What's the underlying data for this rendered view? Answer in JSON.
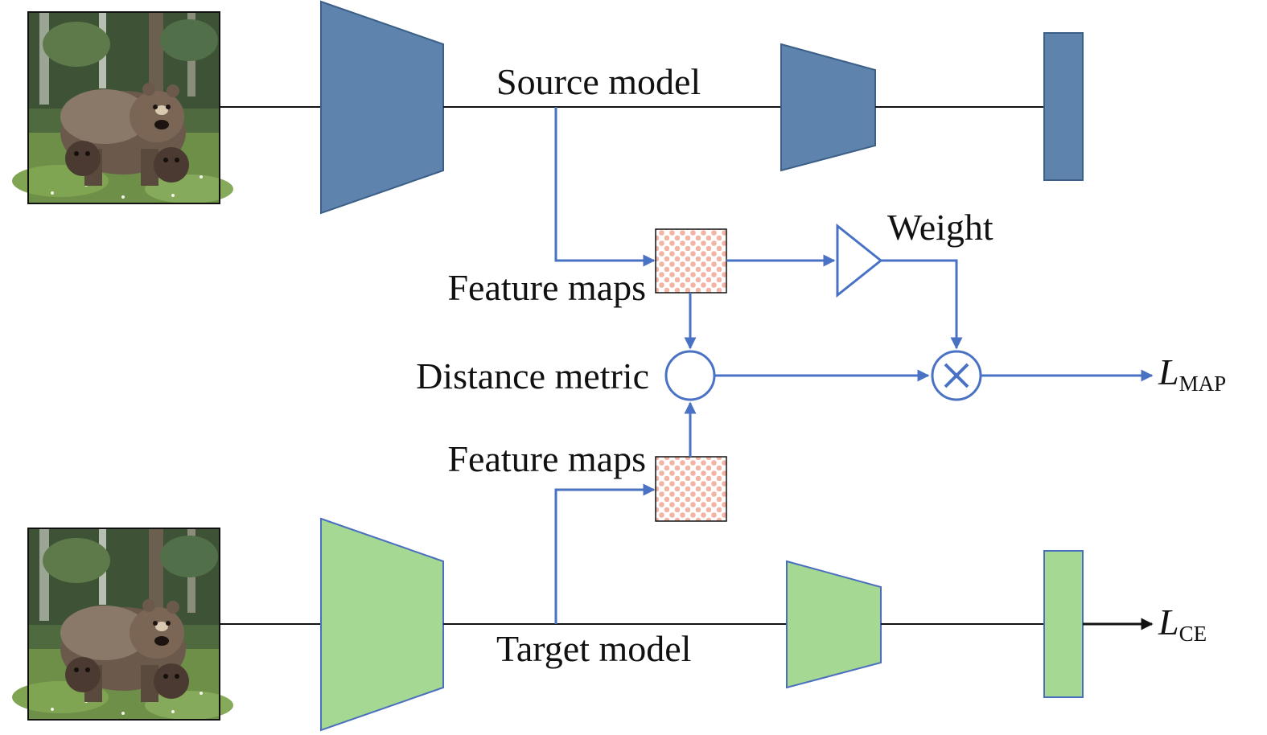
{
  "labels": {
    "source_model": "Source model",
    "target_model": "Target model",
    "feature_maps_top": "Feature maps",
    "feature_maps_bottom": "Feature maps",
    "weight": "Weight",
    "distance_metric": "Distance metric"
  },
  "losses": {
    "map": {
      "symbol": "L",
      "subscript": "MAP"
    },
    "ce": {
      "symbol": "L",
      "subscript": "CE"
    }
  },
  "colors": {
    "source": "#5e84ad",
    "source_stroke": "#3c5f87",
    "target": "#a5d892",
    "target_stroke": "#4a6fbf",
    "arrow": "#4a72c4",
    "line": "#111111",
    "feature_dot": "#f3b4a4"
  }
}
